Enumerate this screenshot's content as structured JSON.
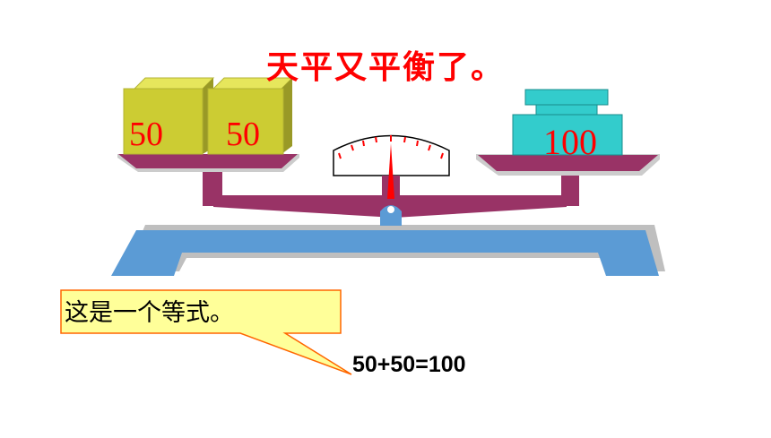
{
  "title": "天平又平衡了。",
  "left_pan": {
    "blocks": [
      {
        "label": "50"
      },
      {
        "label": "50"
      }
    ]
  },
  "right_pan": {
    "weight_label": "100"
  },
  "callout": {
    "text": "这是一个等式。"
  },
  "equation": "50+50=100",
  "colors": {
    "title": "#ff0000",
    "block_face": "#cccc33",
    "block_top": "#e6e65c",
    "block_side": "#999926",
    "weight": "#33cccc",
    "beam": "#993366",
    "base": "#5b9bd5",
    "pointer": "#ff0000",
    "callout_fill": "#ffff99",
    "callout_border": "#ff6600"
  }
}
